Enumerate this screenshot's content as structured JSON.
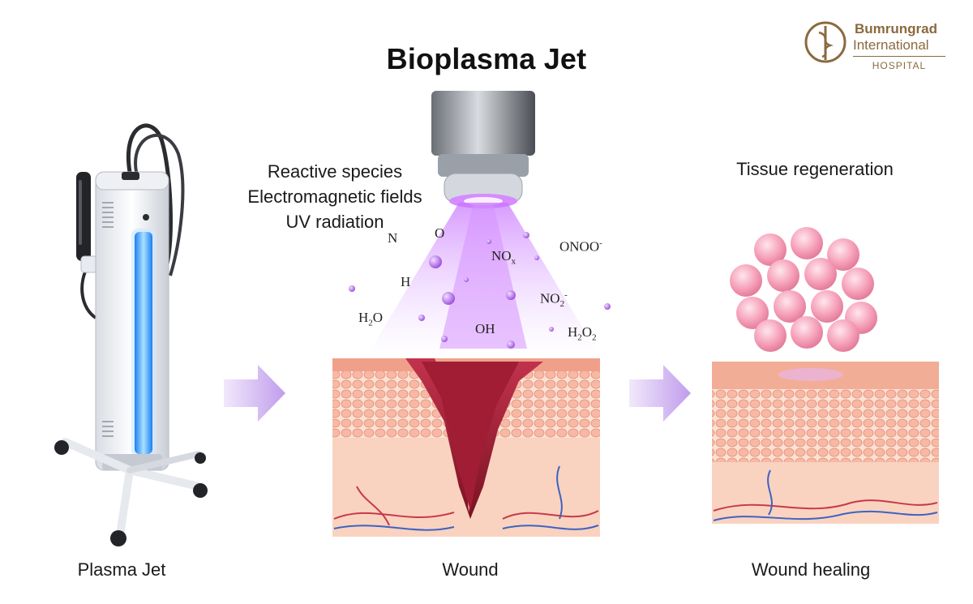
{
  "title": "Bioplasma Jet",
  "logo": {
    "line1": "Bumrungrad",
    "line2": "International",
    "line3": "HOSPITAL",
    "color": "#8a6a3e"
  },
  "effects": [
    "Reactive species",
    "Electromagnetic fields",
    "UV radiation"
  ],
  "regeneration_label": "Tissue regeneration",
  "species": {
    "n": "N",
    "o": "O",
    "nox_base": "NO",
    "nox_sub": "x",
    "onoo_base": "ONOO",
    "onoo_sup": "-",
    "h": "H",
    "no2_base": "NO",
    "no2_sub": "2",
    "no2_sup": "-",
    "h2o_a": "H",
    "h2o_sub": "2",
    "h2o_b": "O",
    "oh": "OH",
    "h2o2_a": "H",
    "h2o2_sub1": "2",
    "h2o2_b": "O",
    "h2o2_sub2": "2"
  },
  "captions": {
    "device": "Plasma Jet",
    "wound": "Wound",
    "healing": "Wound healing"
  },
  "colors": {
    "plasma": "#b05cf0",
    "skin": "#f1a98f",
    "wound": "#b3243a",
    "device_glow": "#4aa7ff",
    "arrow": "#c9a8f0"
  }
}
